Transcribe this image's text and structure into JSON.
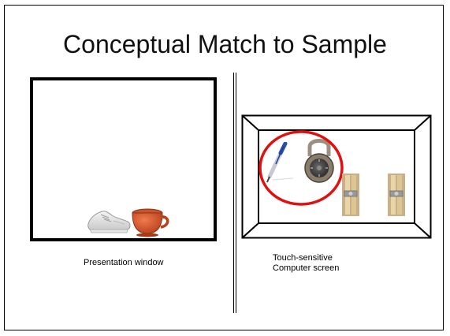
{
  "slide": {
    "title": "Conceptual Match to Sample"
  },
  "left_panel": {
    "caption": "Presentation window"
  },
  "right_panel": {
    "caption_line1": "Touch-sensitive",
    "caption_line2": "Computer screen"
  },
  "stimuli": {
    "sample_items": [
      "sneaker-image",
      "teacup-image"
    ],
    "choice_items": [
      "pen-image",
      "padlock-image",
      "clothespin-image",
      "clothespin-image"
    ],
    "selection_color": "#e01010"
  }
}
